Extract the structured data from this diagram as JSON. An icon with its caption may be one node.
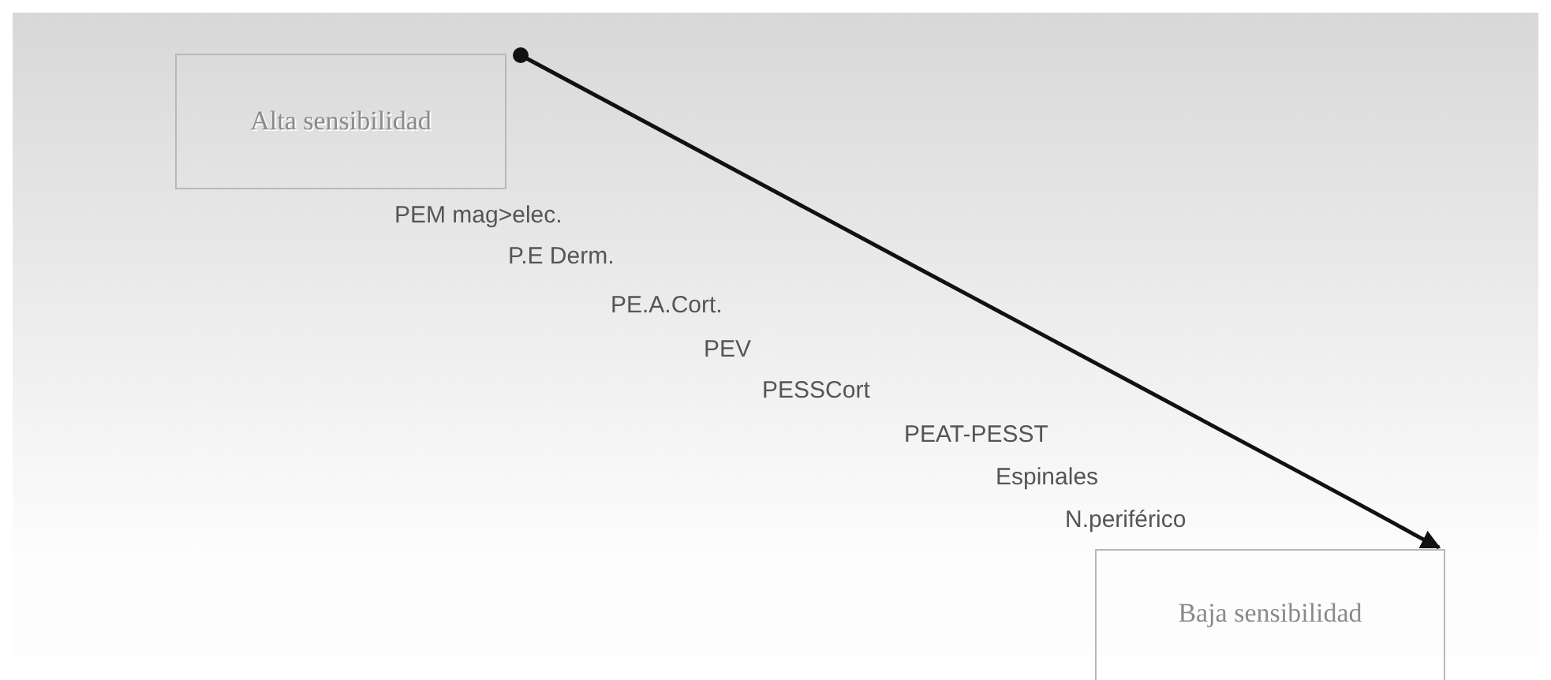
{
  "diagram": {
    "nodes": [
      {
        "text": [
          "Alta sensibilidad"
        ]
      },
      {
        "text": [
          "Baja sensibilidad"
        ]
      }
    ],
    "edges": [
      {
        "from": 0,
        "to": 1,
        "arrow": "to"
      }
    ],
    "labels": [
      "PEM mag>elec.",
      "P.E Derm.",
      "PE.A.Cort.",
      "PEV",
      "PESSCort",
      "PEAT-PESST",
      "Espinales",
      "N.periférico"
    ]
  }
}
